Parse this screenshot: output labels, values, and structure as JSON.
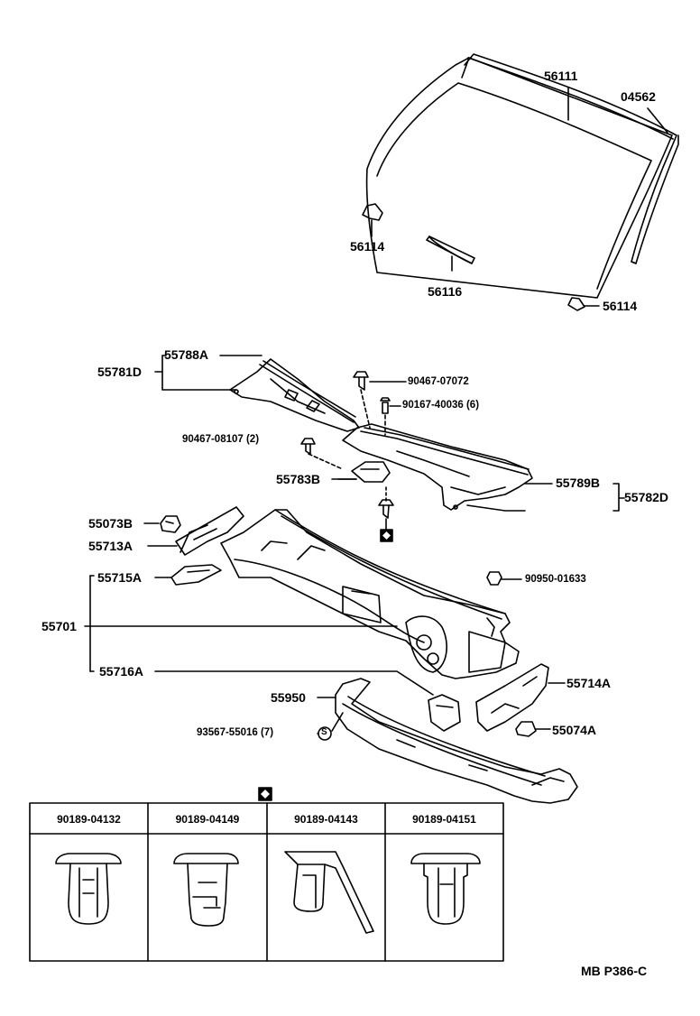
{
  "parts": {
    "p56111": "56111",
    "p04562": "04562",
    "p56114_left": "56114",
    "p56114_right": "56114",
    "p56116": "56116",
    "p55788A": "55788A",
    "p55781D": "55781D",
    "p90467_07072": "90467-07072",
    "p90167_40036": "90167-40036 (6)",
    "p90467_08107": "90467-08107 (2)",
    "p55783B": "55783B",
    "p55789B": "55789B",
    "p55782D": "55782D",
    "p55073B": "55073B",
    "p55713A": "55713A",
    "p55715A": "55715A",
    "p90950_01633": "90950-01633",
    "p55701": "55701",
    "p55716A": "55716A",
    "p55714A": "55714A",
    "p55950": "55950",
    "p93567": "93567-55016 (7)",
    "p55074A": "55074A"
  },
  "clip_table": {
    "headers": [
      "90189-04132",
      "90189-04149",
      "90189-04143",
      "90189-04151"
    ]
  },
  "symbols": {
    "s_mark": "S"
  },
  "footer": {
    "code": "MB P386-C"
  }
}
